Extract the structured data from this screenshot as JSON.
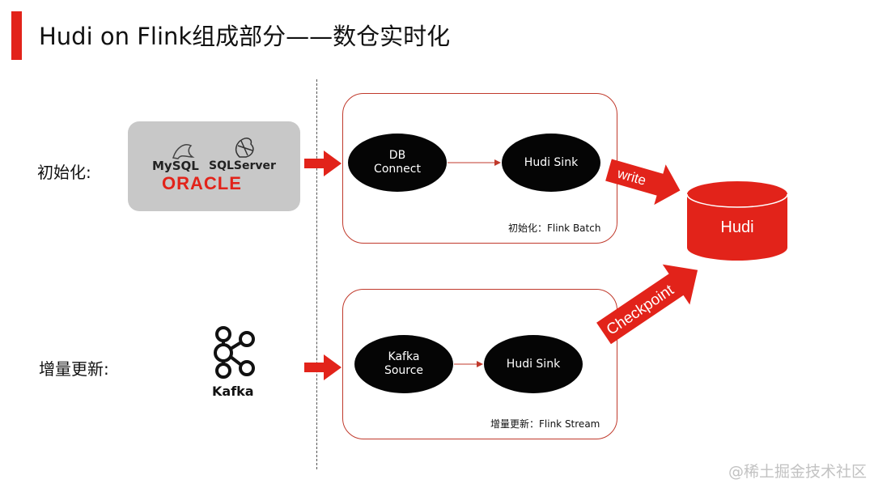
{
  "title": "Hudi on Flink组成部分——数仓实时化",
  "rows": {
    "init_label": "初始化:",
    "incr_label": "增量更新:"
  },
  "sources": {
    "mysql": "MySQL",
    "sqlserver": "SQLServer",
    "oracle": "ORACLE",
    "kafka": "Kafka"
  },
  "batch_panel": {
    "caption": "初始化：Flink Batch",
    "source_node": "DB\nConnect",
    "sink_node": "Hudi Sink"
  },
  "stream_panel": {
    "caption": "增量更新：Flink Stream",
    "source_node": "Kafka\nSource",
    "sink_node": "Hudi Sink"
  },
  "arrows": {
    "write": "write",
    "checkpoint": "Checkpoint"
  },
  "target": {
    "label": "Hudi"
  },
  "watermark": "@稀土掘金技术社区",
  "colors": {
    "accent": "#e2231a",
    "node": "#050505",
    "source_box": "#c8c8c8"
  }
}
